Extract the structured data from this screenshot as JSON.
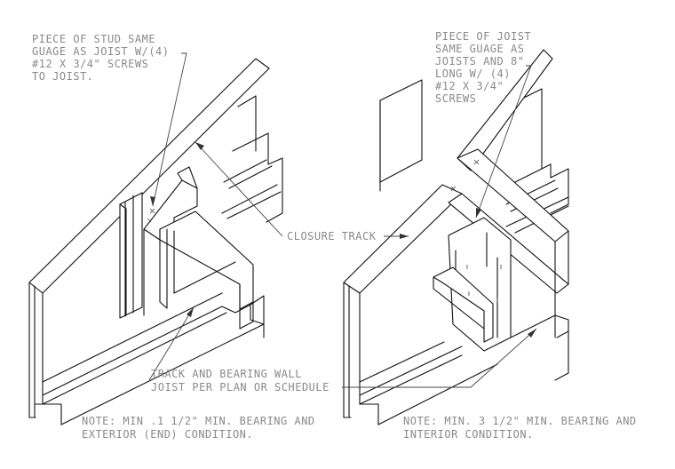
{
  "left_detail": {
    "callout_top": [
      "PIECE OF STUD SAME",
      "GUAGE AS JOIST W/(4)",
      "#12 X 3/4\" SCREWS",
      "TO JOIST."
    ],
    "callout_closure": "CLOSURE TRACK",
    "callout_bottom": [
      "TRACK AND BEARING WALL",
      "JOIST PER PLAN OR SCHEDULE"
    ],
    "note": [
      "NOTE:  MIN .1 1/2\" MIN. BEARING AND",
      "EXTERIOR (END) CONDITION."
    ]
  },
  "right_detail": {
    "callout_top": [
      "PIECE OF JOIST",
      "SAME GUAGE AS",
      "JOISTS AND 8\"",
      "LONG W/ (4)",
      "#12 X 3/4\"",
      "SCREWS"
    ],
    "note": [
      "NOTE:  MIN. 3 1/2\" MIN. BEARING AND",
      "INTERIOR CONDITION."
    ]
  },
  "colors": {
    "linework": "#111111",
    "annotation_text": "#8a8a8a"
  }
}
